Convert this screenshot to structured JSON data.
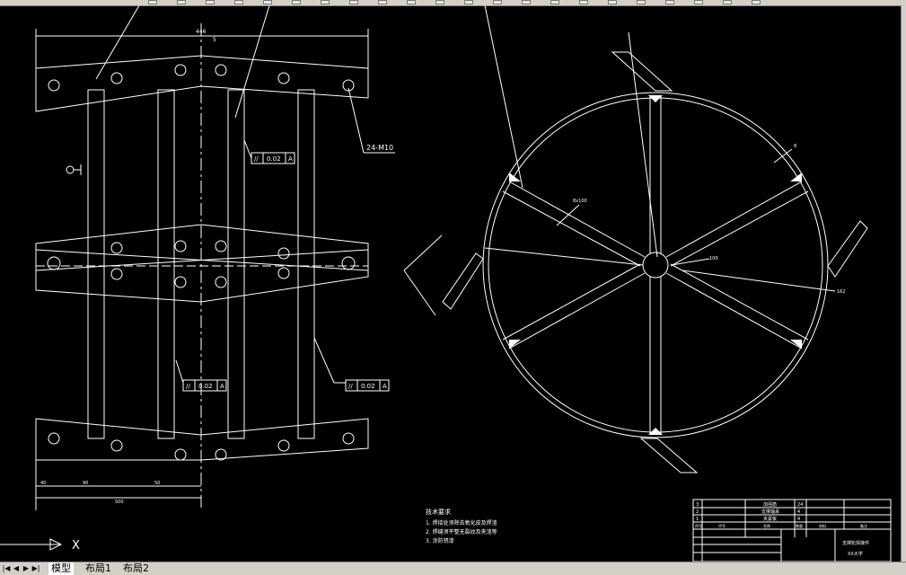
{
  "toolbar": {
    "button_count": 22
  },
  "drawing": {
    "left_view": {
      "dim_top": "446",
      "dim_top_small": "5",
      "callout_bolt": "24-M10",
      "gtol_upper": {
        "symbol": "//",
        "value": "0.02",
        "datum": "A"
      },
      "gtol_lower_left": {
        "symbol": "//",
        "value": "0.02",
        "datum": "A"
      },
      "gtol_lower_right": {
        "symbol": "//",
        "value": "0.02",
        "datum": "A"
      },
      "dim_bottom_1": "40",
      "dim_bottom_2": "90",
      "dim_bottom_3": "50",
      "dim_bottom_total": "500"
    },
    "right_view": {
      "label_rib": "8x100",
      "label_hub": "100",
      "label_right": "162",
      "label_weld": "8"
    },
    "tech_notes": {
      "title": "技术要求",
      "items": [
        "1. 焊接处须除去氧化皮及焊渣",
        "2. 焊缝须平整无裂纹及夹渣等",
        "3. 涂防锈漆"
      ]
    },
    "title_block": {
      "rows": [
        {
          "no": "3",
          "name": "加强筋",
          "qty": "24"
        },
        {
          "no": "2",
          "name": "支撑轴承",
          "qty": "4"
        },
        {
          "no": "1",
          "name": "夹紧板",
          "qty": "4"
        }
      ],
      "header": [
        "序号",
        "代号",
        "名称",
        "数量",
        "材料",
        "备注"
      ],
      "drawing_name": "支撑轮焊接件",
      "org": "XX大学"
    }
  },
  "tabs": {
    "items": [
      "模型",
      "布局1",
      "布局2"
    ],
    "active_index": 0
  },
  "ucs": {
    "x_label": "X"
  }
}
